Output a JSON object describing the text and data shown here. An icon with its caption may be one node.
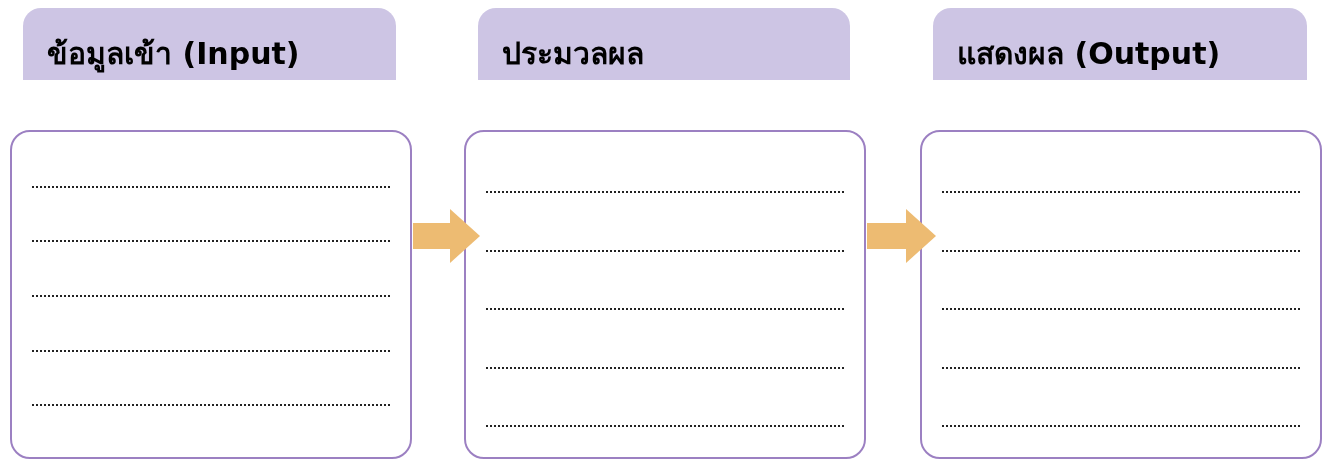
{
  "diagram": {
    "nodes": [
      {
        "text": [
          "ข้อมูลเข้า (Input)"
        ]
      },
      {
        "text": [
          "ประมวลผล"
        ]
      },
      {
        "text": [
          "แสดงผล (Output)"
        ]
      },
      {
        "text": [],
        "shape": "box"
      },
      {
        "text": [],
        "shape": "box"
      },
      {
        "text": [],
        "shape": "box"
      }
    ],
    "edges": [
      {
        "from": 3,
        "to": 4,
        "arrow": "to"
      },
      {
        "from": 4,
        "to": 5,
        "arrow": "to"
      }
    ]
  }
}
